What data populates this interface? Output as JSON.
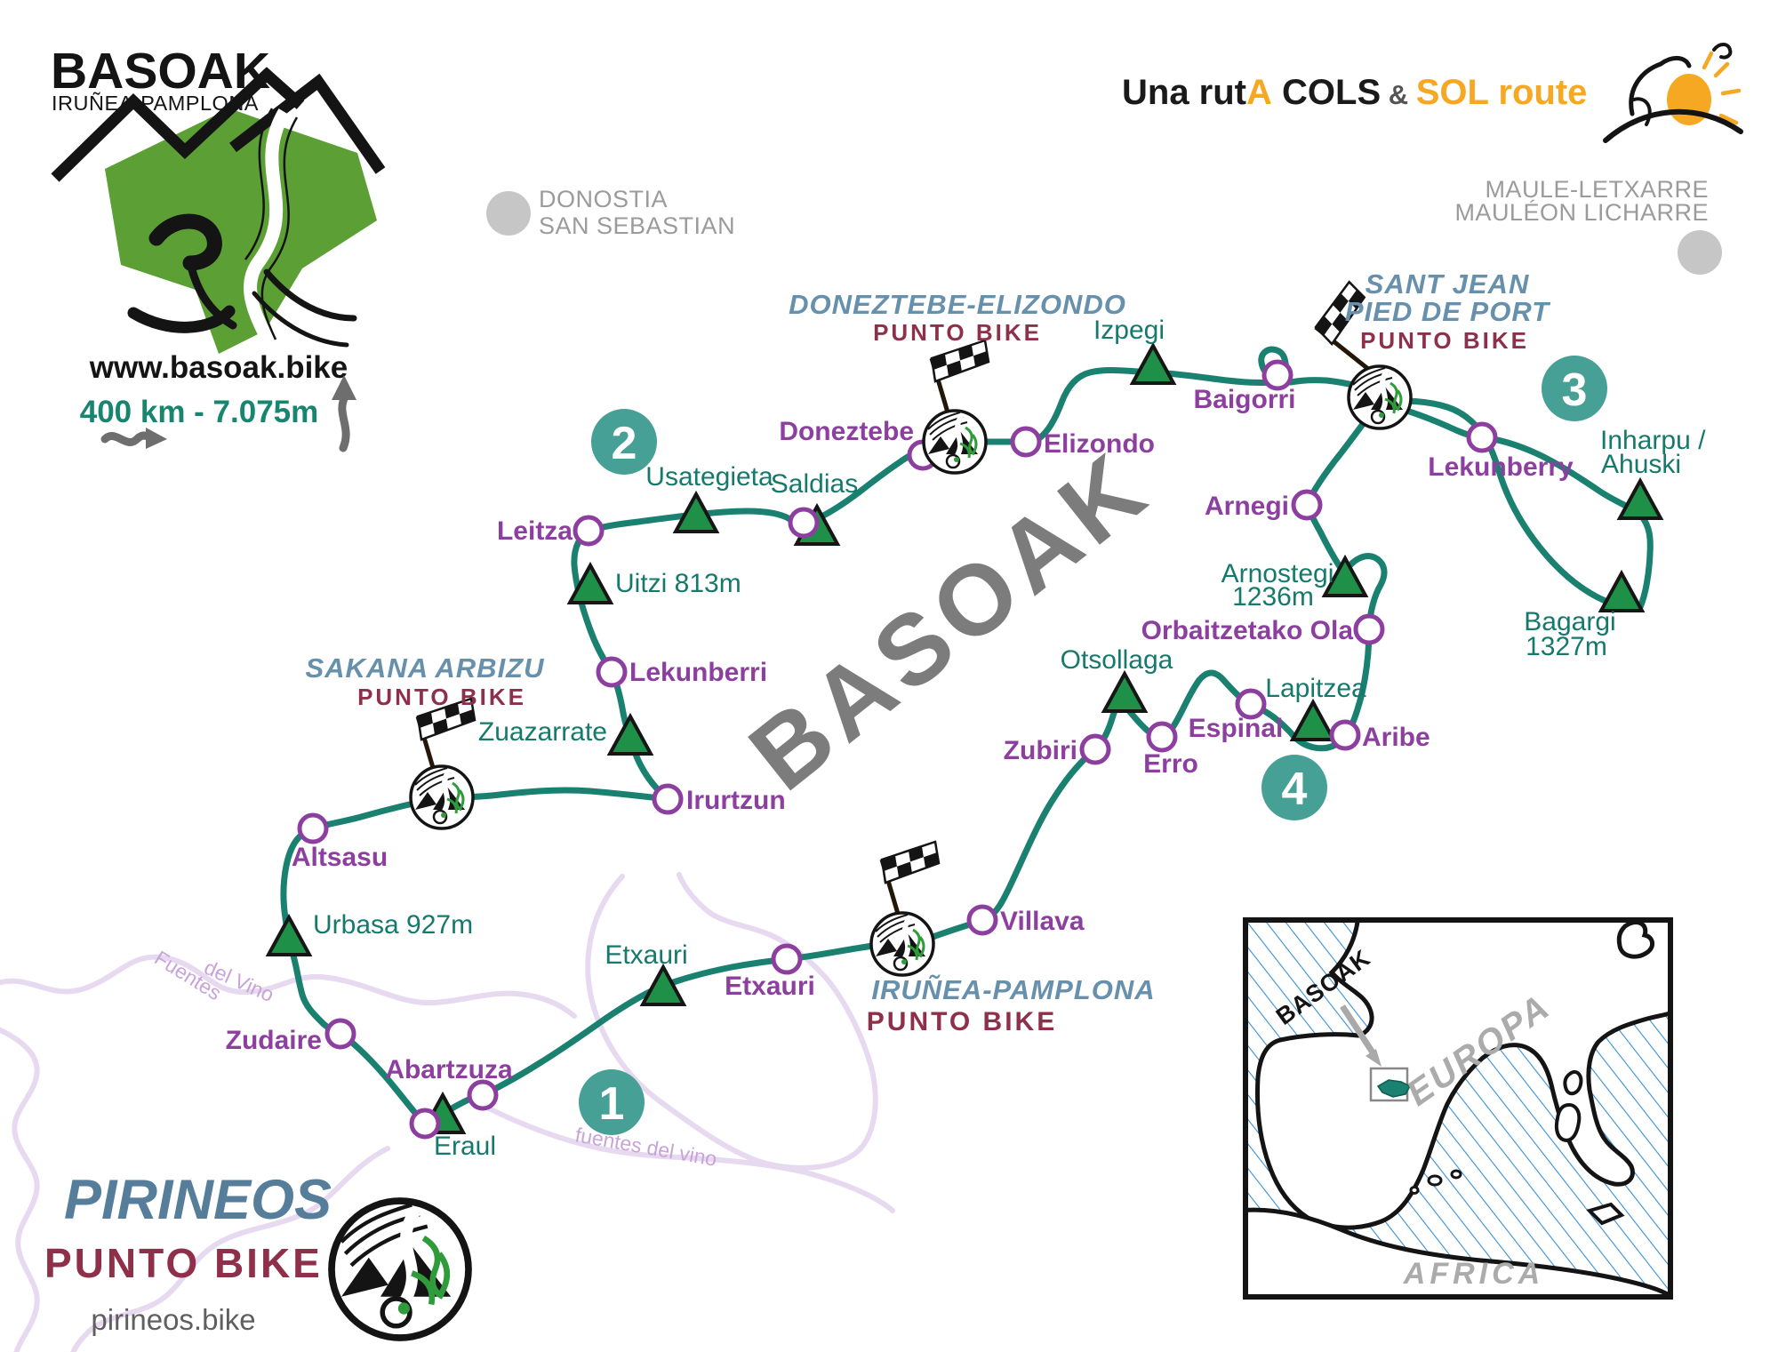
{
  "colors": {
    "route_teal": "#1a8170",
    "stage_circle_teal": "#47a096",
    "town_purple": "#8d3f9f",
    "col_teal": "#15796b",
    "col_triangle_green": "#1e9048",
    "header_blue": "#6690ab",
    "punto_bike_red": "#8e3049",
    "accent_orange": "#f7a823",
    "secondary_road_lavender": "#e7d9f0"
  },
  "brand": {
    "title": "BASOAK",
    "subtitle": "IRUÑEA-PAMPLONA",
    "website": "www.basoak.bike",
    "stats": "400 km  - 7.075m"
  },
  "tagline": {
    "una_rut": "Una rut",
    "a": "A",
    "cols": " COLS",
    "amp": " & ",
    "sol": "SOL",
    "route": " route"
  },
  "offmap": {
    "donostia_1": "DONOSTIA",
    "donostia_2": "SAN SEBASTIAN",
    "maule_1": "MAULE-LETXARRE",
    "maule_2": "MAULÉON LICHARRE"
  },
  "watermark": "BASOAK",
  "stages": {
    "one": "1",
    "two": "2",
    "three": "3",
    "four": "4"
  },
  "checkpoints": {
    "sakana": {
      "title": "SAKANA ARBIZU",
      "brand": "PUNTO BIKE"
    },
    "doneztebe": {
      "title": "DONEZTEBE-ELIZONDO",
      "brand": "PUNTO BIKE"
    },
    "santjean": {
      "title_1": "SANT JEAN",
      "title_2": "PIED DE PORT",
      "brand": "PUNTO BIKE"
    },
    "pamplona": {
      "title": "IRUÑEA-PAMPLONA",
      "brand": "PUNTO BIKE"
    }
  },
  "towns": {
    "leitza": "Leitza",
    "lekunberri": "Lekunberri",
    "irurtzun": "Irurtzun",
    "altsasu": "Altsasu",
    "zudaire": "Zudaire",
    "abartzuza": "Abartzuza",
    "etxauri": "Etxauri",
    "villava": "Villava",
    "zubiri": "Zubiri",
    "erro": "Erro",
    "espinal": "Espinal",
    "aribe": "Aribe",
    "orbaitzetako": "Orbaitzetako Ola",
    "doneztebe": "Doneztebe",
    "elizondo": "Elizondo",
    "baigorri": "Baigorri",
    "arnegi": "Arnegi",
    "lekunberry": "Lekunberry"
  },
  "cols": {
    "usategieta": "Usategieta",
    "saldias": "Saldias",
    "uitzi": "Uitzi 813m",
    "zuazarrate": "Zuazarrate",
    "urbasa": "Urbasa 927m",
    "eraul": "Eraul",
    "etxauri": "Etxauri",
    "otsollaga": "Otsollaga",
    "lapitzea": "Lapitzea",
    "arnostegi_name": "Arnostegi",
    "arnostegi_alt": "1236m",
    "izpegi": "Izpegi",
    "inharpu_1": "Inharpu /",
    "inharpu_2": "Ahuski",
    "bagargi_name": "Bagargi",
    "bagargi_alt": "1327m"
  },
  "roads": {
    "label_1a": "Fuentes",
    "label_1b": "del Vino",
    "label_2": "fuentes del vino"
  },
  "footer": {
    "title": "PIRINEOS",
    "brand": "PUNTO BIKE",
    "website": "pirineos.bike"
  },
  "inset": {
    "region": "BASOAK",
    "europe": "EUROPA",
    "africa": "AFRICA"
  }
}
